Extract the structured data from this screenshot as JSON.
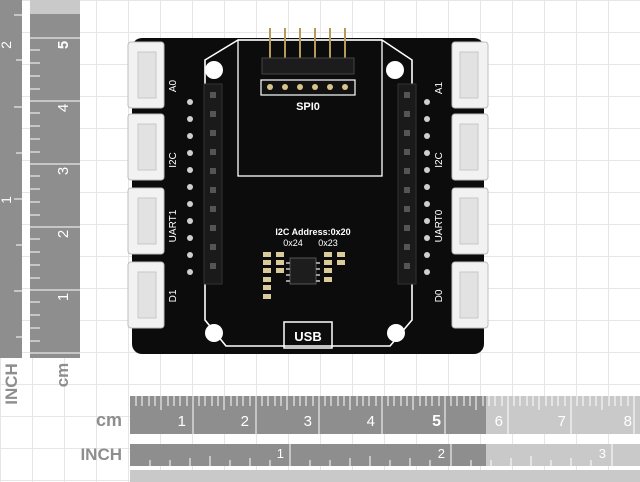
{
  "rulers": {
    "vertical_inch_ticks": [
      "2",
      "1"
    ],
    "vertical_cm_ticks": [
      "5",
      "4",
      "3",
      "2",
      "1"
    ],
    "vertical_inch_unit": "INCH",
    "vertical_cm_unit": "cm",
    "horizontal_cm_unit": "cm",
    "horizontal_inch_unit": "INCH",
    "horizontal_cm_ticks": [
      "1",
      "2",
      "3",
      "4",
      "5",
      "6",
      "7",
      "8"
    ],
    "horizontal_inch_ticks": [
      "1",
      "2",
      "3"
    ]
  },
  "board": {
    "spi_label": "SPI0",
    "usb_label": "USB",
    "i2c_address_label": "I2C Address:0x20",
    "addr_left": "0x24",
    "addr_right": "0x23",
    "left_ports": [
      "A0",
      "I2C",
      "UART1",
      "D1"
    ],
    "right_ports": [
      "A1",
      "I2C",
      "UART0",
      "D0"
    ]
  },
  "colors": {
    "board": "#0c0c0c",
    "connector": "#f2f2f2",
    "ruler_dark": "#8e8e8e",
    "ruler_light": "#c9c9c9",
    "silkscreen": "#ffffff"
  }
}
